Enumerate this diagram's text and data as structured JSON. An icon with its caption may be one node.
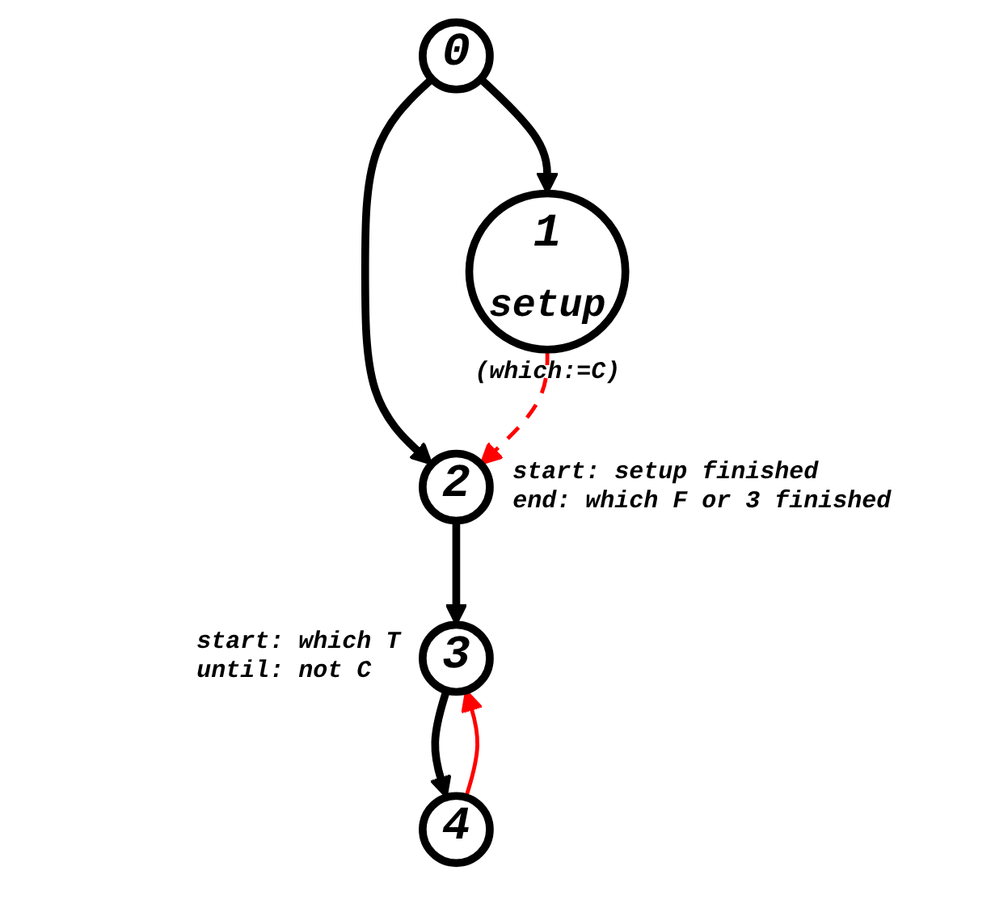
{
  "diagram": {
    "nodes": [
      {
        "text": [
          "0"
        ]
      },
      {
        "text": [
          "1",
          "setup"
        ],
        "beside": [
          "(which:=C)"
        ]
      },
      {
        "text": [
          "2"
        ],
        "beside": [
          "start: setup finished",
          "end: which F or 3 finished"
        ]
      },
      {
        "text": [
          "3"
        ],
        "beside": [
          "start: which T",
          "until: not C"
        ]
      },
      {
        "text": [
          "4"
        ]
      }
    ],
    "edges": [
      {
        "from": 0,
        "to": 1,
        "arrow": "to"
      },
      {
        "from": 0,
        "to": 2,
        "arrow": "to"
      },
      {
        "from": 1,
        "to": 2,
        "arrow": "to",
        "style": "dashed",
        "color": "#ff0000"
      },
      {
        "from": 2,
        "to": 3,
        "arrow": "to"
      },
      {
        "from": 3,
        "to": 4,
        "arrow": "to"
      },
      {
        "from": 4,
        "to": 3,
        "arrow": "to",
        "color": "#ff0000"
      }
    ]
  }
}
